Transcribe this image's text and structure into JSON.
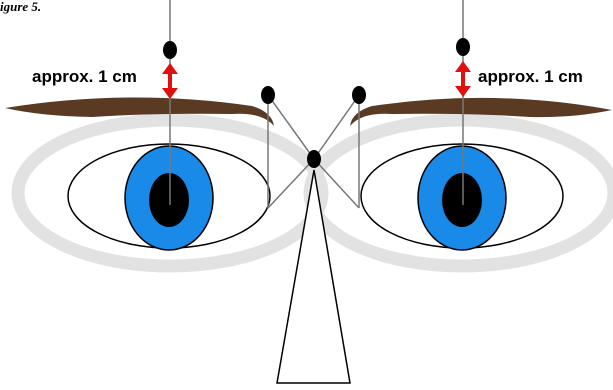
{
  "figure": {
    "title": "igure 5.",
    "left_distance_label": "approx. 1 cm",
    "right_distance_label": "approx. 1 cm"
  },
  "colors": {
    "iris": "#1a8ae8",
    "pupil": "#000000",
    "eyebrow": "#5a3a22",
    "glasses_frame": "#e2e2e2",
    "arrow": "#e01010",
    "line": "#777777"
  }
}
